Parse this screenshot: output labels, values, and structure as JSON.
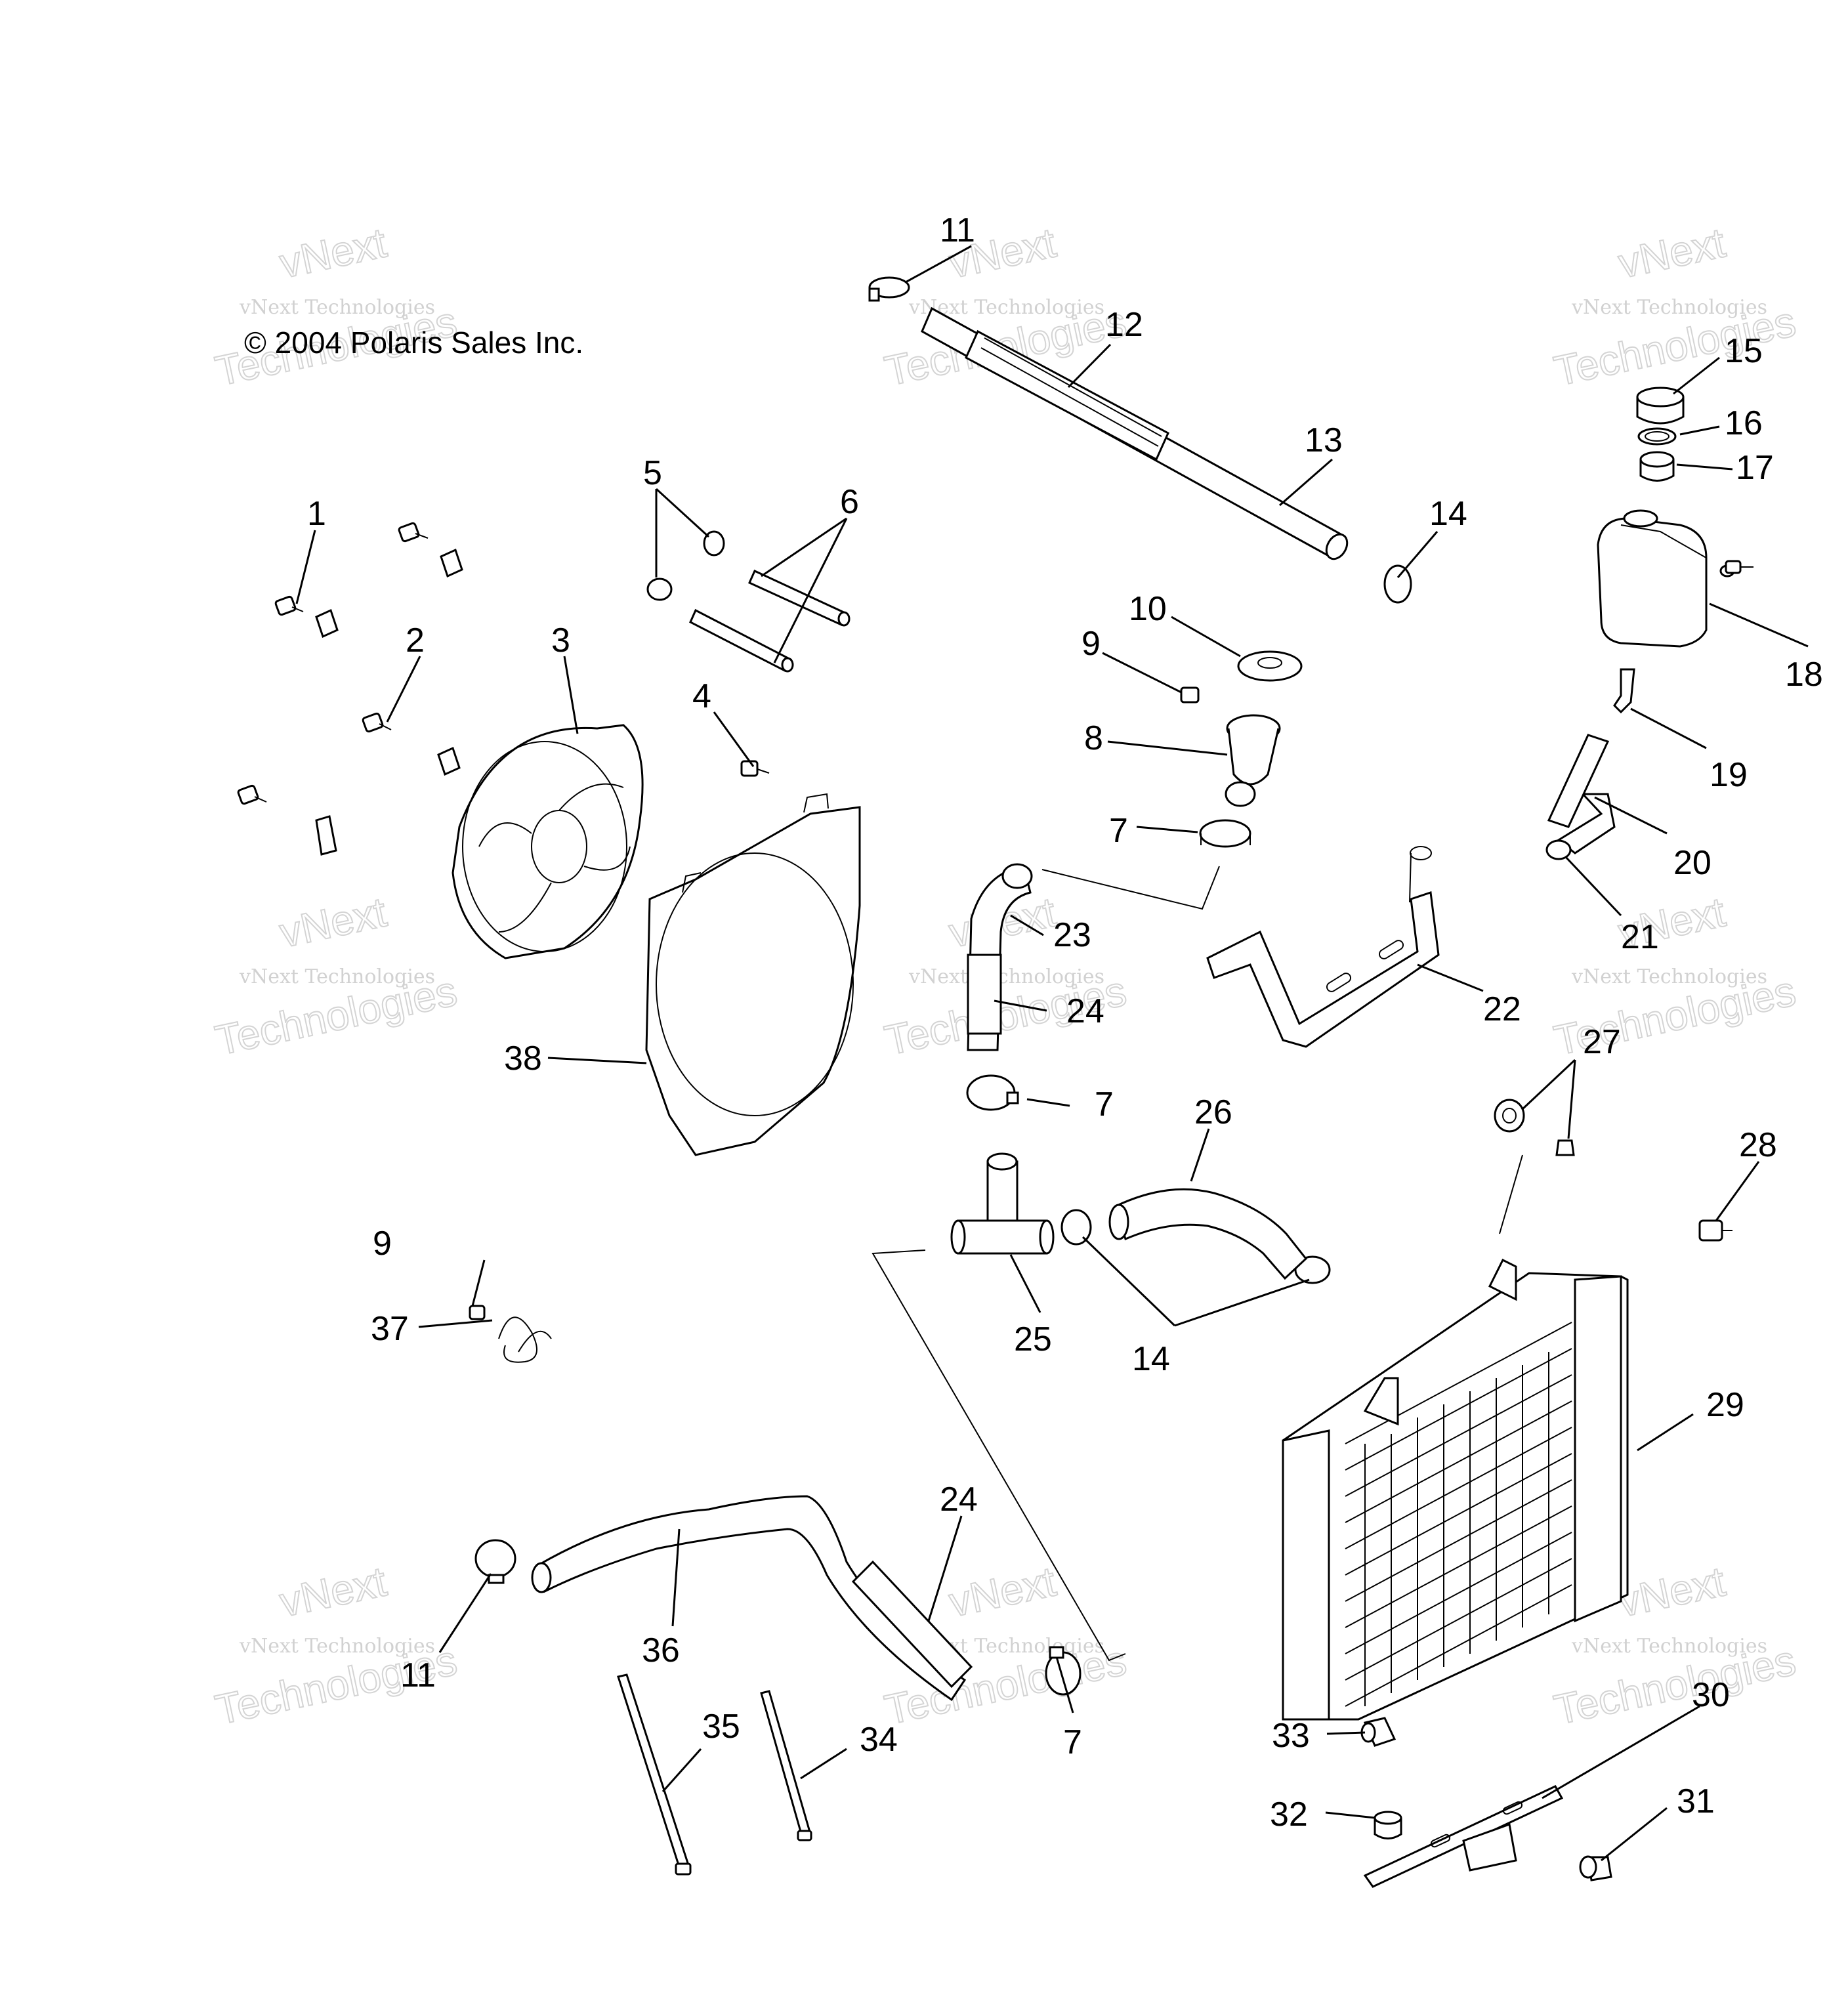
{
  "copyright": "© 2004 Polaris Sales Inc.",
  "watermark": {
    "line1": "vNext Technologies",
    "line2": "Technologies",
    "line3": "vNext"
  },
  "callouts": [
    {
      "id": "c1",
      "text": "1"
    },
    {
      "id": "c2",
      "text": "2"
    },
    {
      "id": "c3",
      "text": "3"
    },
    {
      "id": "c4",
      "text": "4"
    },
    {
      "id": "c5",
      "text": "5"
    },
    {
      "id": "c6",
      "text": "6"
    },
    {
      "id": "c7a",
      "text": "7"
    },
    {
      "id": "c7b",
      "text": "7"
    },
    {
      "id": "c7c",
      "text": "7"
    },
    {
      "id": "c8",
      "text": "8"
    },
    {
      "id": "c9a",
      "text": "9"
    },
    {
      "id": "c9b",
      "text": "9"
    },
    {
      "id": "c10",
      "text": "10"
    },
    {
      "id": "c11a",
      "text": "11"
    },
    {
      "id": "c11b",
      "text": "11"
    },
    {
      "id": "c12",
      "text": "12"
    },
    {
      "id": "c13",
      "text": "13"
    },
    {
      "id": "c14a",
      "text": "14"
    },
    {
      "id": "c14b",
      "text": "14"
    },
    {
      "id": "c15",
      "text": "15"
    },
    {
      "id": "c16",
      "text": "16"
    },
    {
      "id": "c17",
      "text": "17"
    },
    {
      "id": "c18",
      "text": "18"
    },
    {
      "id": "c19",
      "text": "19"
    },
    {
      "id": "c20",
      "text": "20"
    },
    {
      "id": "c21",
      "text": "21"
    },
    {
      "id": "c22",
      "text": "22"
    },
    {
      "id": "c23",
      "text": "23"
    },
    {
      "id": "c24a",
      "text": "24"
    },
    {
      "id": "c24b",
      "text": "24"
    },
    {
      "id": "c25",
      "text": "25"
    },
    {
      "id": "c26",
      "text": "26"
    },
    {
      "id": "c27",
      "text": "27"
    },
    {
      "id": "c28",
      "text": "28"
    },
    {
      "id": "c29",
      "text": "29"
    },
    {
      "id": "c30",
      "text": "30"
    },
    {
      "id": "c31",
      "text": "31"
    },
    {
      "id": "c32",
      "text": "32"
    },
    {
      "id": "c33",
      "text": "33"
    },
    {
      "id": "c34",
      "text": "34"
    },
    {
      "id": "c35",
      "text": "35"
    },
    {
      "id": "c36",
      "text": "36"
    },
    {
      "id": "c37",
      "text": "37"
    },
    {
      "id": "c38",
      "text": "38"
    }
  ]
}
